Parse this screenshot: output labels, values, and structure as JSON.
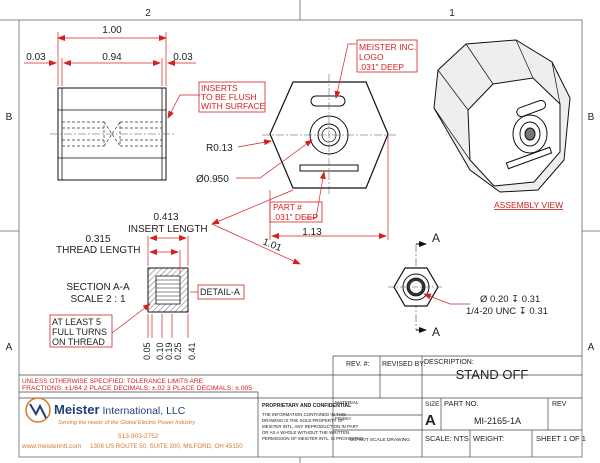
{
  "border": {
    "zone_cols": [
      "2",
      "1"
    ],
    "zone_rows": [
      "B",
      "A"
    ]
  },
  "side_view": {
    "overall_length": "1.00",
    "left_offset": "0.03",
    "body_length": "0.94",
    "right_offset": "0.03",
    "note": [
      "INSERTS",
      "TO BE FLUSH",
      "WITH SURFACE"
    ]
  },
  "end_view": {
    "logo_note": [
      "MEISTER INC.",
      "LOGO",
      ".031\" DEEP"
    ],
    "corner_radius": "R0.13",
    "diameter": "Ø0.950",
    "part_note": [
      "PART #",
      ".031\" DEEP"
    ],
    "across_flats": "1.13",
    "across_corners": "1.01"
  },
  "assembly_view": {
    "label": "ASSEMBLY VIEW"
  },
  "section_view": {
    "insert_length": "0.413",
    "insert_length_label": "INSERT LENGTH",
    "thread_length": "0.315",
    "thread_length_label": "THREAD LENGTH",
    "title": [
      "SECTION A-A",
      "SCALE 2 : 1"
    ],
    "detail_label": "DETAIL-A",
    "turns_note": [
      "AT LEAST 5",
      "FULL TURNS",
      "ON THREAD"
    ],
    "vertical_dims": [
      "0.05",
      "0.10",
      "0.19",
      "0.25",
      "0.41"
    ]
  },
  "insert_view": {
    "section_letter": "A",
    "callout_1": "Ø 0.20 ↧ 0.31",
    "callout_2": "1/4-20 UNC ↧ 0.31"
  },
  "title_block": {
    "rev_num_label": "REV. #:",
    "revised_by_label": "REVISED BY:",
    "description_label": "DESCRIPTION:",
    "description": "STAND OFF",
    "tolerance_heading": "UNLESS OTHERWISE SPECIFIED: TOLERANCE LIMITS ARE:",
    "tolerances": "FRACTIONS: ±1/64     2 PLACE DECIMALS: ±.02     3 PLACE DECIMALS: ±.005",
    "company_name_bold": "Meister",
    "company_name_rest": " International, LLC",
    "tagline": "Serving the needs of the Global Electric Power Industry",
    "phone": "513-903-2752",
    "website": "www.meisterintl.com",
    "address": "1308 US ROUTE 50, SUITE 300, MILFORD, OH 45150",
    "proprietary_heading": "PROPRIETARY AND CONFIDENTIAL",
    "proprietary_text": [
      "THE INFORMATION CONTAINED IN THIS",
      "DRAWING IS THE SOLE PROPERTY OF",
      "MEISTER INTL. ANY REPRODUCTION IN PART",
      "OR AS A WHOLE WITHOUT THE WRITTEN",
      "PERMISSION OF MEISTER INTL. IS PROHIBITED."
    ],
    "material_label": "MATERIAL",
    "finish_label": "FINISH",
    "do_not_scale": "DO NOT SCALE DRAWING",
    "size_label": "SIZE",
    "size_value": "A",
    "part_no_label": "PART NO.",
    "part_no": "MI-2165-1A",
    "rev_label": "REV",
    "scale": "SCALE: NTS",
    "weight": "WEIGHT:",
    "sheet": "SHEET 1 OF 1"
  }
}
